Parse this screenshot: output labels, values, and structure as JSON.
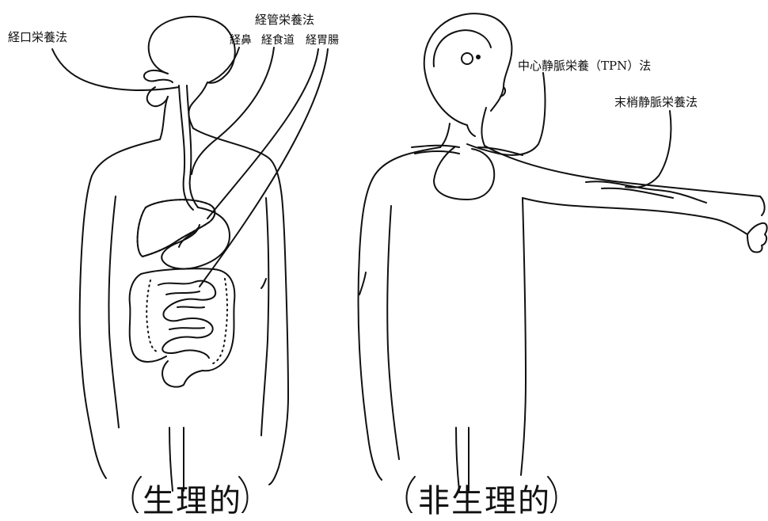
{
  "colors": {
    "ink": "#111111",
    "background": "#ffffff"
  },
  "labels": {
    "oral": "経口栄養法",
    "tube": "経管栄養法",
    "tube_nasal": "経鼻",
    "tube_esophageal": "経食道",
    "tube_gastric": "経胃腸",
    "central_venous": "中心静脈栄養（TPN）法",
    "peripheral_venous": "末梢静脈栄養法"
  },
  "captions": {
    "physiological": "生理的",
    "non_physiological": "非生理的"
  }
}
